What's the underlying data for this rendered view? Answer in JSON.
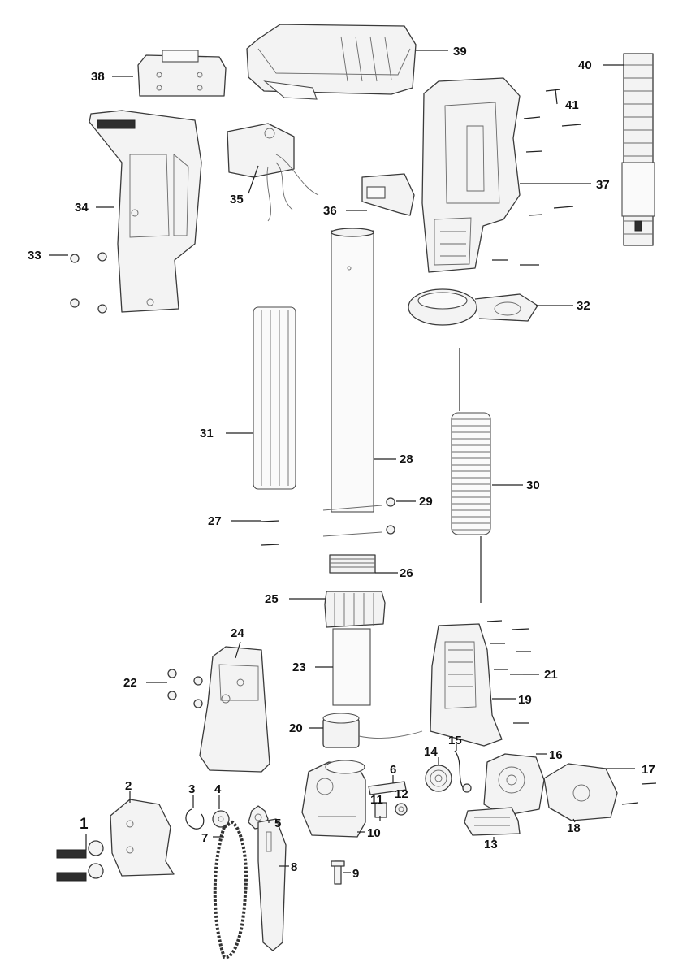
{
  "callouts": {
    "c1": "1",
    "c2": "2",
    "c3": "3",
    "c4": "4",
    "c5": "5",
    "c6": "6",
    "c7": "7",
    "c8": "8",
    "c9": "9",
    "c10": "10",
    "c11": "11",
    "c12": "12",
    "c13": "13",
    "c14": "14",
    "c15": "15",
    "c16": "16",
    "c17": "17",
    "c18": "18",
    "c19": "19",
    "c20": "20",
    "c21": "21",
    "c22": "22",
    "c23": "23",
    "c24": "24",
    "c25": "25",
    "c26": "26",
    "c27": "27",
    "c28": "28",
    "c29": "29",
    "c30": "30",
    "c31": "31",
    "c32": "32",
    "c33": "33",
    "c34": "34",
    "c35": "35",
    "c36": "36",
    "c37": "37",
    "c38": "38",
    "c39": "39",
    "c40": "40",
    "c41": "41"
  }
}
